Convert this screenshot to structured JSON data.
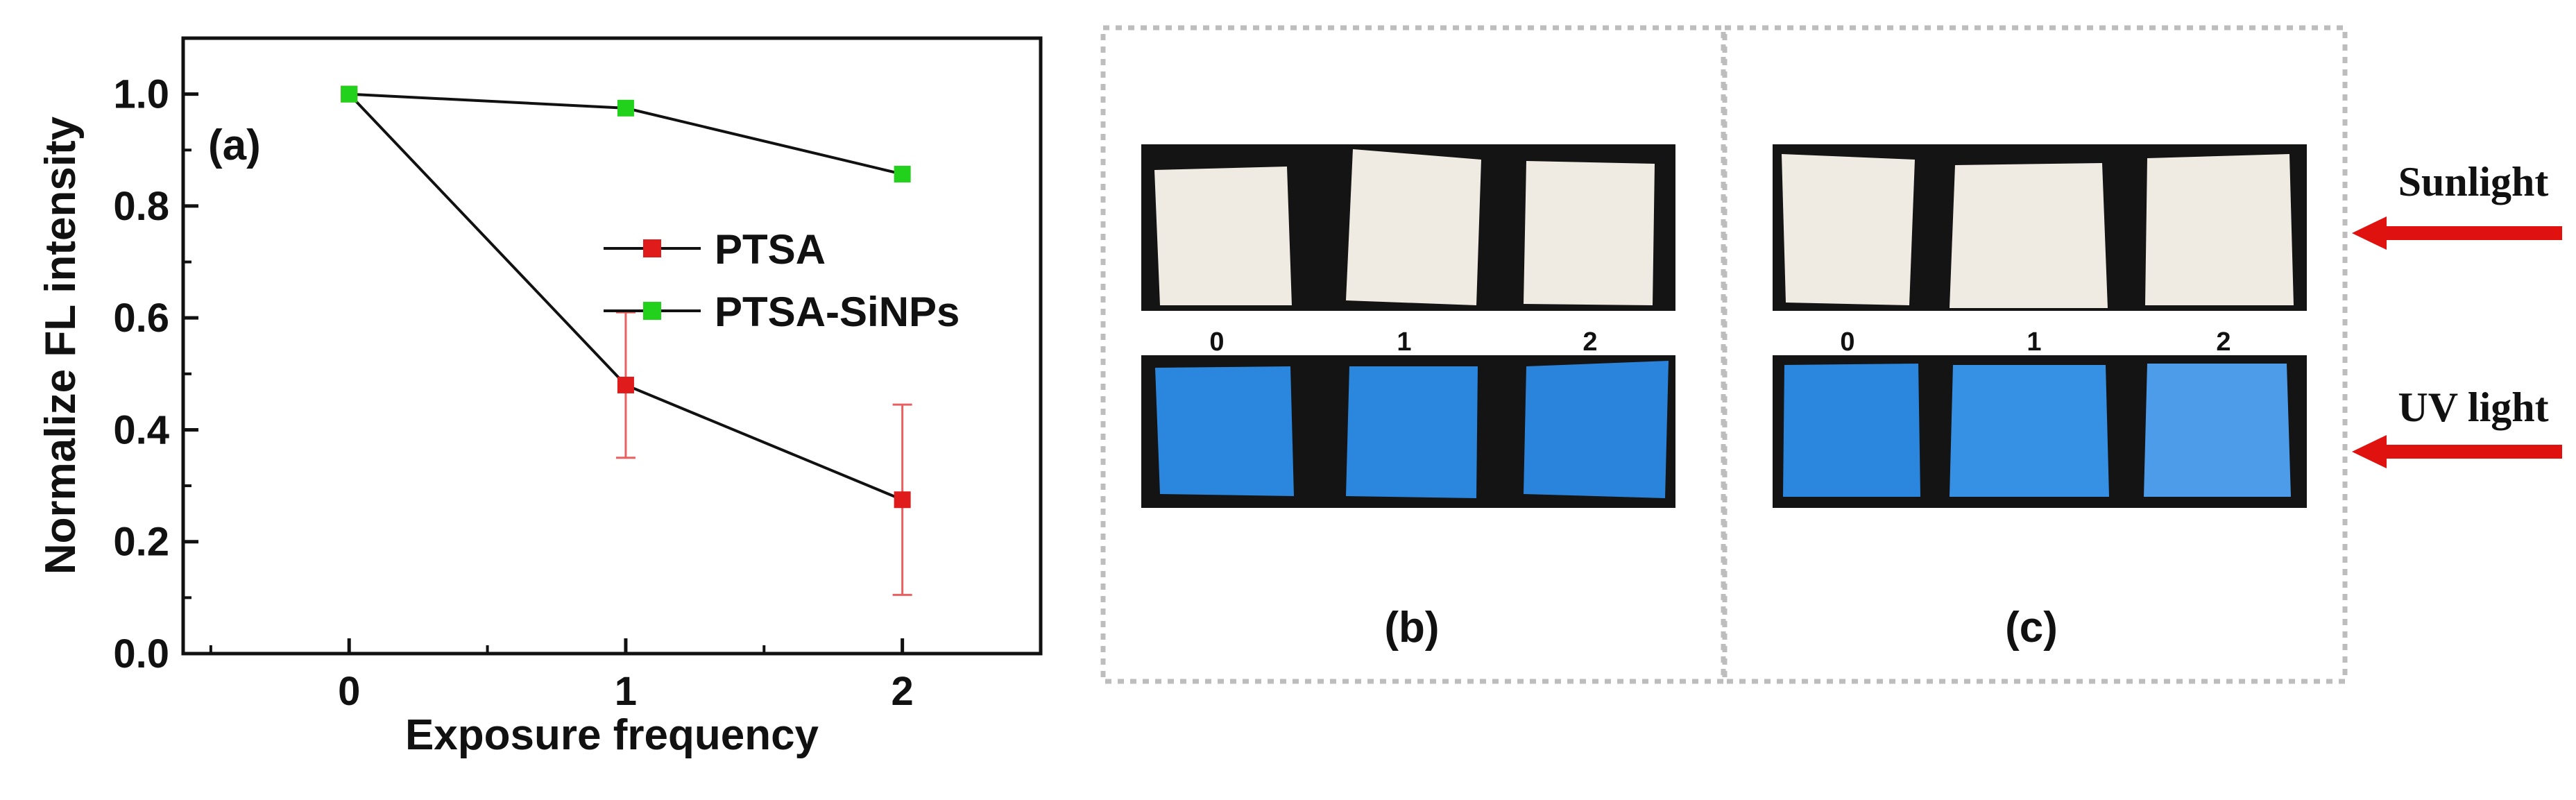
{
  "chart_data": {
    "type": "line",
    "panel_label": "(a)",
    "xlabel": "Exposure frequency",
    "ylabel": "Normalize FL intensity",
    "x": [
      0,
      1,
      2
    ],
    "xlim": [
      -0.6,
      2.5
    ],
    "ylim": [
      0,
      1.1
    ],
    "x_ticks": [
      "0",
      "1",
      "2"
    ],
    "y_ticks": [
      "0.0",
      "0.2",
      "0.4",
      "0.6",
      "0.8",
      "1.0"
    ],
    "y_tick_values": [
      0,
      0.2,
      0.4,
      0.6,
      0.8,
      1.0
    ],
    "grid": false,
    "legend_position": "right",
    "series": [
      {
        "name": "PTSA",
        "values": [
          1.0,
          0.48,
          0.275
        ],
        "error": [
          0,
          0.13,
          0.17
        ],
        "color": "#e01b1b"
      },
      {
        "name": "PTSA-SiNPs",
        "values": [
          1.0,
          0.975,
          0.857
        ],
        "error": [
          0,
          0,
          0
        ],
        "color": "#22d11c"
      }
    ]
  },
  "panels": {
    "b": {
      "label": "(b)",
      "numbers": [
        "0",
        "1",
        "2"
      ]
    },
    "c": {
      "label": "(c)",
      "numbers": [
        "0",
        "1",
        "2"
      ]
    }
  },
  "side_labels": {
    "sunlight": "Sunlight",
    "uv": "UV light",
    "arrow_color": "#e0120f"
  },
  "colors": {
    "paper_white": "#efebe2",
    "paper_blue": "#2b86de",
    "photo_bg": "#141414",
    "strip_divider": "#ffffff"
  }
}
